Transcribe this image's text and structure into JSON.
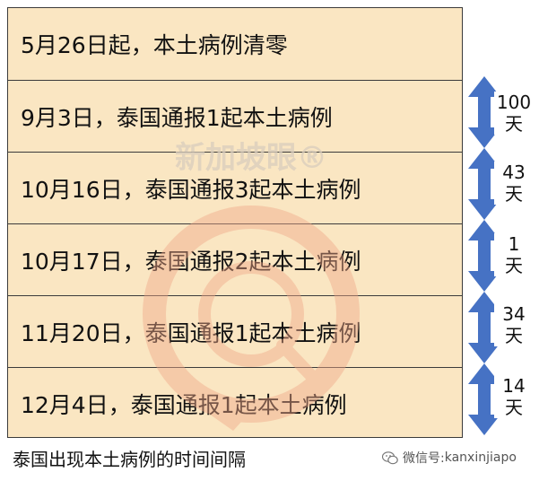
{
  "rows": [
    {
      "text": "5月26日起，本土病例清零"
    },
    {
      "text": "9月3日，泰国通报1起本土病例"
    },
    {
      "text": "10月16日，泰国通报3起本土病例"
    },
    {
      "text": "10月17日，泰国通报2起本土病例"
    },
    {
      "text": "11月20日，泰国通报1起本土病例"
    },
    {
      "text": "12月4日，泰国通报1起本土病例"
    }
  ],
  "intervals": [
    {
      "value": "100",
      "unit": "天"
    },
    {
      "value": "43",
      "unit": "天"
    },
    {
      "value": "1",
      "unit": "天"
    },
    {
      "value": "34",
      "unit": "天"
    },
    {
      "value": "14",
      "unit": "天"
    }
  ],
  "caption": "泰国出现本土病例的时间间隔",
  "credit": {
    "prefix": "微信号:",
    "account": "kanxinjiapo"
  },
  "watermark_text": "新加坡眼®",
  "colors": {
    "box_fill": "#fae6c2",
    "arrow": "#4672c4",
    "watermark": "#f0a98a"
  }
}
